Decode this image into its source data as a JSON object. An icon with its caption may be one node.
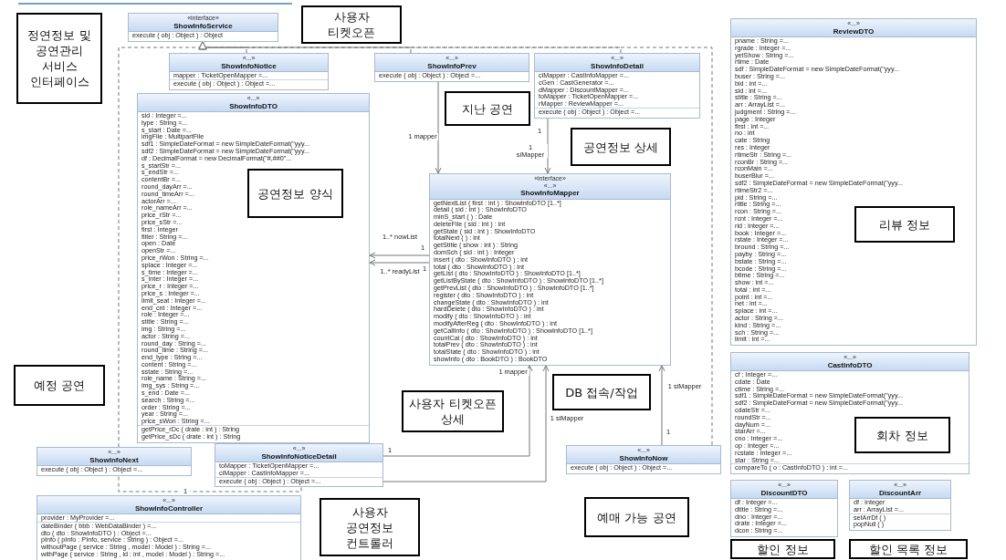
{
  "diagram": {
    "nodes": [
      {
        "text": [
          "정연정보 및 공연관리 서비스 인터페이스"
        ]
      },
      {
        "text": [
          "«interface»",
          "ShowInfoService",
          "execute ( obj : Object ) : Object"
        ]
      },
      {
        "text": [
          "사용자 티켓오픈"
        ]
      },
      {
        "text": [
          "«...»",
          "ReviewDTO",
          "pname : String =...",
          "rgrade : Integer =...",
          "yetShow : String =...",
          "rtime : Date",
          "sdf : SimpleDateFormat = new SimpleDateFormat(\"yyy...",
          "buser : String =...",
          "bid : int =...",
          "sid : int =...",
          "stitle : String =...",
          "arr : ArrayList =...",
          "judgment : String =...",
          "page : Integer",
          "first : int =...",
          "no : int",
          "cate : String",
          "res : Integer",
          "rtimeStr : String =...",
          "rconBr : String =...",
          "rconMain =...",
          "buserBlur =...",
          "sdf2 : SimpleDateFormat = new SimpleDateFormat(\"yyy...",
          "rtimeStr2 =...",
          "pid : String =...",
          "rtitle : String =...",
          "rcon : String =...",
          "rcnt : Integer =...",
          "rid : Integer =...",
          "book : Integer =...",
          "rstate : Integer =...",
          "bround : String =...",
          "payby : String =...",
          "bstate : String =...",
          "bcode : String =...",
          "btime : String =...",
          "show : int =...",
          "total : int =...",
          "point : int =...",
          "net : int =...",
          "splace : int =...",
          "actor : String =...",
          "kind : String =...",
          "sch : String =...",
          "limit : int =..."
        ]
      },
      {
        "text": [
          "«...»",
          "ShowInfoNotice",
          "mapper : TicketOpenMapper =...",
          "execute ( obj : Object ) : Object =..."
        ]
      },
      {
        "text": [
          "«...»",
          "ShowInfoPrev",
          "execute ( obj : Object ) : Object =..."
        ]
      },
      {
        "text": [
          "«...»",
          "ShowInfoDetail",
          "ciMapper : CastInfoMapper =...",
          "cGen : CastGenerator =...",
          "dMapper : DiscountMapper =...",
          "toMapper : TicketOpenMapper =...",
          "rMapper : ReviewMapper =...",
          "execute ( obj : Object ) : Object =..."
        ]
      },
      {
        "text": [
          "지난 공연"
        ]
      },
      {
        "text": [
          "«...»",
          "ShowInfoDTO",
          "sid : Integer =...",
          "type : String =...",
          "s_start : Date =...",
          "imgFile : MultipartFile",
          "sdf1 : SimpleDateFormat = new SimpleDateFormat(\"yyy...",
          "sdf2 : SimpleDateFormat = new SimpleDateFormat(\"yyy...",
          "df : DecimalFormat = new DecimalFormat(\"#,##0\"...",
          "s_startStr =...",
          "s_endStr =...",
          "contentBr =...",
          "round_dayArr =...",
          "round_timeArr =...",
          "actorArr =...",
          "role_nameArr =...",
          "price_rStr =...",
          "price_sStr =...",
          "first : Integer",
          "filter : String =...",
          "open : Date",
          "openStr =...",
          "price_rWon : String =...",
          "splace : Integer =...",
          "s_time : Integer =...",
          "s_inter : Integer =...",
          "price_r : Integer =...",
          "price_s : Integer =...",
          "limit_seat : Integer =...",
          "end_cnt : Integer =...",
          "role : Integer =...",
          "stitle : String =...",
          "img : String =...",
          "actor : String =...",
          "round_day : String =...",
          "round_time : String =...",
          "end_type : String =...",
          "content : String =...",
          "sstate : String =...",
          "role_name : String =...",
          "img_sys : String =...",
          "s_end : Date =...",
          "search : String =...",
          "order : String =...",
          "year : String =...",
          "price_sWon : String =...",
          "getPrice_rDc ( drate : int ) : String",
          "getPrice_sDc ( drate : int ) : String"
        ]
      },
      {
        "text": [
          "공연정보 상세"
        ]
      },
      {
        "text": [
          "공연정보 양식"
        ],
        "in": 8
      },
      {
        "text": [
          "리뷰 정보"
        ],
        "in": 3
      },
      {
        "text": [
          "«interface»",
          "«...»",
          "ShowInfoMapper",
          "getNextList ( first : int ) : ShowInfoDTO [1..*]",
          "detail ( sid : int ) : ShowInfoDTO",
          "minS_start ( ) : Date",
          "deleteFile ( sid : int ) : int",
          "getState ( sid : int ) : ShowInfoDTO",
          "totalNext ( ) : int",
          "getStitle ( show : int ) : String",
          "domSch ( sid : int ) : Integer",
          "insert ( dto : ShowInfoDTO ) : int",
          "total ( dto : ShowInfoDTO ) : int",
          "getList ( dto : ShowInfoDTO ) : ShowInfoDTO [1..*]",
          "getListByState ( dto : ShowInfoDTO ) : ShowInfoDTO [1..*]",
          "getPrevList ( dto : ShowInfoDTO ) : ShowInfoDTO [1..*]",
          "register ( dto : ShowInfoDTO ) : int",
          "changeState ( dto : ShowInfoDTO ) : int",
          "hardDelete ( dto : ShowInfoDTO ) : int",
          "modify ( dto : ShowInfoDTO ) : int",
          "modifyAfterReg ( dto : ShowInfoDTO ) : int",
          "getCallInfo ( dto : ShowInfoDTO ) : ShowInfoDTO [1..*]",
          "countCal ( dto : ShowInfoDTO ) : int",
          "totalPrev ( dto : ShowInfoDTO ) : int",
          "totalState ( dto : ShowInfoDTO ) : int",
          "showInfo ( dto : BookDTO ) : BookDTO"
        ]
      },
      {
        "text": [
          "«...»",
          "CastInfoDTO",
          "cf : Integer =...",
          "cdate : Date",
          "ctime : String =...",
          "sdf1 : SimpleDateFormat = new SimpleDateFormat(\"yyy...",
          "sdf2 : SimpleDateFormat = new SimpleDateFormat(\"yyy...",
          "cdateStr =...",
          "roundStr =...",
          "dayNum =...",
          "starArr =...",
          "cno : Integer =...",
          "op : Integer =...",
          "rcstate : Integer =...",
          "star : String =...",
          "compareTo ( o : CastInfoDTO ) : int =..."
        ]
      },
      {
        "text": [
          "DB 접속/작업"
        ]
      },
      {
        "text": [
          "회차 정보"
        ],
        "in": 13
      },
      {
        "text": [
          "예정 공연"
        ]
      },
      {
        "text": [
          "사용자 티켓오픈 상세"
        ]
      },
      {
        "text": [
          "«...»",
          "ShowInfoNext",
          "execute ( obj : Object ) : Object =..."
        ]
      },
      {
        "text": [
          "«...»",
          "ShowInfoNoticeDetail",
          "toMapper : TicketOpenMapper =...",
          "ciMapper : CastInfoMapper =...",
          "execute ( obj : Object ) : Object =..."
        ]
      },
      {
        "text": [
          "«...»",
          "DiscountDTO",
          "df : Integer =...",
          "dtitle : String =...",
          "dno : Integer =...",
          "drate : Integer =...",
          "dcon : String =..."
        ]
      },
      {
        "text": [
          "«...»",
          "DiscountArr",
          "df : Integer",
          "arr : ArrayList =...",
          "setArrDf ( )",
          "popNull ( )"
        ]
      },
      {
        "text": [
          "«...»",
          "ShowInfoNow",
          "execute ( obj : Object ) : Object =..."
        ]
      },
      {
        "text": [
          "«...»",
          "ShowInfoController",
          "provider : MyProvider =...",
          "dateBinder ( bbb : WebDataBinder ) =...",
          "dto ( dto : ShowInfoDTO ) : Object =...",
          "pInfo ( pInfo : PInfo, service : String ) : Object =...",
          "withoutPage ( service : String , model : Model ) : String =...",
          "withPage ( service : String , id : int , model : Model ) : String =..."
        ]
      },
      {
        "text": [
          "사용자 공연정보 컨트롤러"
        ]
      },
      {
        "text": [
          "예매 가능 공연"
        ]
      },
      {
        "text": [
          "할인 정보"
        ]
      },
      {
        "text": [
          "할인 목록 정보"
        ]
      }
    ],
    "edges": [
      {
        "from": 4,
        "to": 1,
        "arrow": "to",
        "style": "dashed"
      },
      {
        "from": 5,
        "to": 1,
        "arrow": "to",
        "style": "dashed"
      },
      {
        "from": 6,
        "to": 1,
        "arrow": "to",
        "style": "dashed"
      },
      {
        "from": 18,
        "to": 1,
        "arrow": "to",
        "style": "dashed"
      },
      {
        "from": 22,
        "to": 1,
        "arrow": "to",
        "style": "dashed"
      },
      {
        "from": 5,
        "to": 12,
        "arrow": "to",
        "label": "1 mapper"
      },
      {
        "from": 6,
        "to": 12,
        "arrow": "to",
        "label": "1 siMapper"
      },
      {
        "from": 12,
        "to": 8,
        "arrow": "to",
        "label": "1..* nowList"
      },
      {
        "from": 12,
        "to": 8,
        "arrow": "to",
        "label": "1..* readyList"
      },
      {
        "from": 19,
        "to": 12,
        "arrow": "to",
        "label": "1 mapper"
      },
      {
        "from": 19,
        "to": 12,
        "arrow": "to",
        "label": "1 siMapper"
      },
      {
        "from": 22,
        "to": 12,
        "arrow": "to",
        "label": "1 siMapper"
      },
      {
        "from": 19,
        "to": 18,
        "arrow": "none",
        "style": "dashed",
        "label": "1"
      }
    ],
    "labels": [
      "1",
      "1",
      "1",
      "1",
      "1"
    ]
  }
}
